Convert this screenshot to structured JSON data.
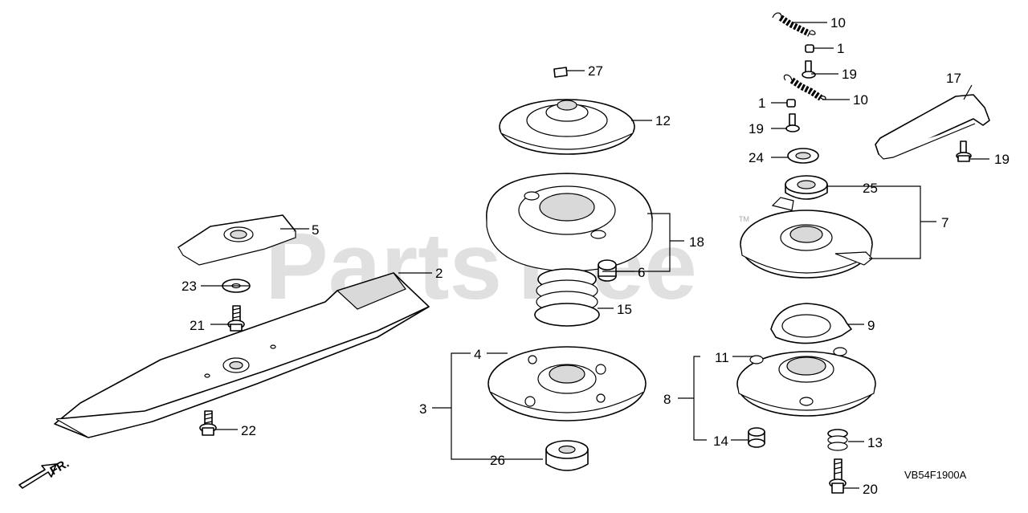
{
  "watermark": {
    "text": "PartsTree",
    "tm": "TM"
  },
  "diagram_code": "VB54F1900A",
  "direction_label": "FR.",
  "callouts": {
    "c1a": "1",
    "c1b": "1",
    "c2": "2",
    "c3": "3",
    "c4": "4",
    "c5": "5",
    "c6": "6",
    "c7": "7",
    "c8": "8",
    "c9": "9",
    "c10a": "10",
    "c10b": "10",
    "c11": "11",
    "c12": "12",
    "c13": "13",
    "c14": "14",
    "c15": "15",
    "c17": "17",
    "c18": "18",
    "c19a": "19",
    "c19b": "19",
    "c19c": "19",
    "c20": "20",
    "c21": "21",
    "c22": "22",
    "c23": "23",
    "c24": "24",
    "c25": "25",
    "c26": "26",
    "c27": "27"
  }
}
